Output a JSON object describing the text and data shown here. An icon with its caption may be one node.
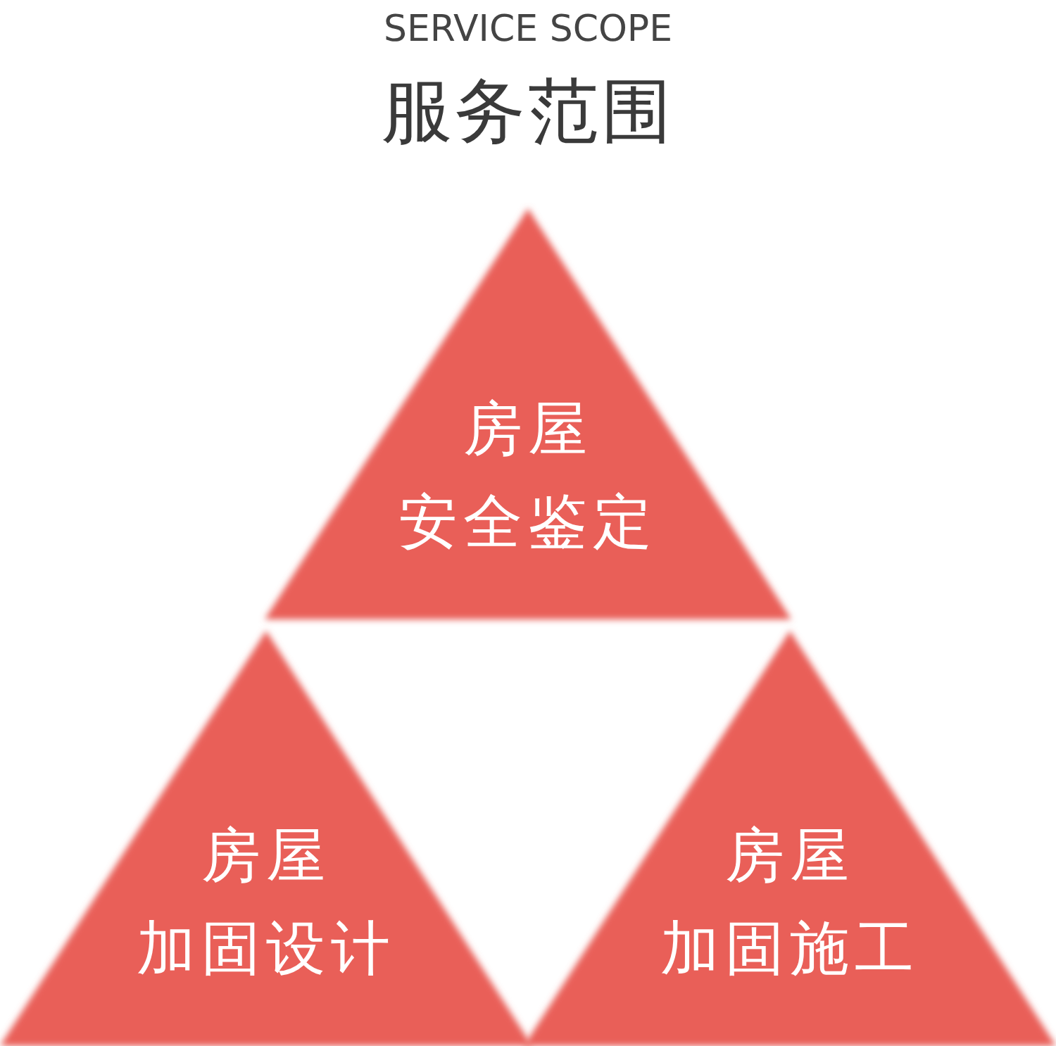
{
  "diagram": {
    "title": "服务范围",
    "labels": [
      "SERVICE SCOPE"
    ],
    "nodes": [
      {
        "text": [
          "房屋",
          "安全鉴定"
        ]
      },
      {
        "text": [
          "房屋",
          "加固设计"
        ]
      },
      {
        "text": [
          "房屋",
          "加固施工"
        ]
      }
    ],
    "edges": []
  }
}
